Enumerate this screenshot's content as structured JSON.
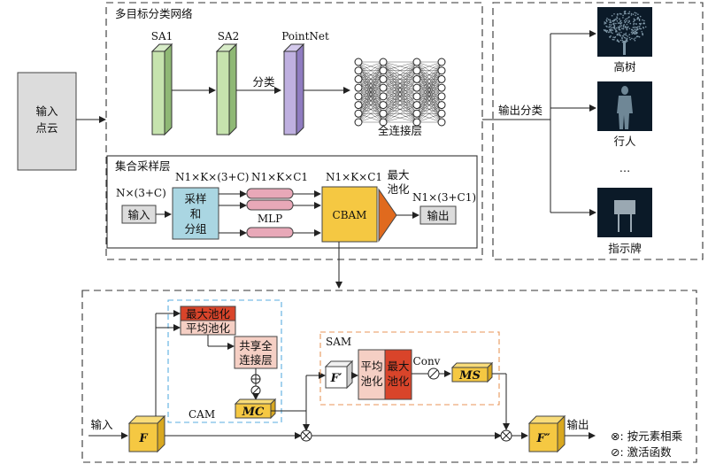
{
  "top": {
    "title": "多目标分类网络",
    "input_box": [
      "输入",
      "点云"
    ],
    "sa1": "SA1",
    "sa2": "SA2",
    "pointnet": "PointNet",
    "classify": "分类",
    "fc": "全连接层",
    "output_classify": "输出分类",
    "classes": [
      "高树",
      "行人",
      "…",
      "指示牌"
    ]
  },
  "sampling": {
    "title": "集合采样层",
    "in_shape": "N×(3+C)",
    "input_label": "输入",
    "shape1": "N1×K×(3+C)",
    "sample_box": [
      "采样",
      "和",
      "分组"
    ],
    "shape2": "N1×K×C1",
    "mlp": "MLP",
    "shape3": "N1×K×C1",
    "cbam": "CBAM",
    "maxpool": [
      "最大",
      "池化"
    ],
    "out_shape": "N1×(3+C1)",
    "output_label": "输出"
  },
  "cbam_detail": {
    "maxpool": "最大池化",
    "avgpool": "平均池化",
    "shared_fc": [
      "共享全",
      "连接层"
    ],
    "cam_label": "CAM",
    "mc": "MC",
    "sam_label": "SAM",
    "f_prime": "F′",
    "sam_avg": [
      "平均",
      "池化"
    ],
    "sam_max": [
      "最大",
      "池化"
    ],
    "conv": "Conv",
    "ms": "MS",
    "input_label": "输入",
    "f": "F",
    "f_dprime": "F″",
    "output_label": "输出",
    "legend_mult": "⊗: 按元素相乘",
    "legend_act": "⊘: 激活函数"
  }
}
